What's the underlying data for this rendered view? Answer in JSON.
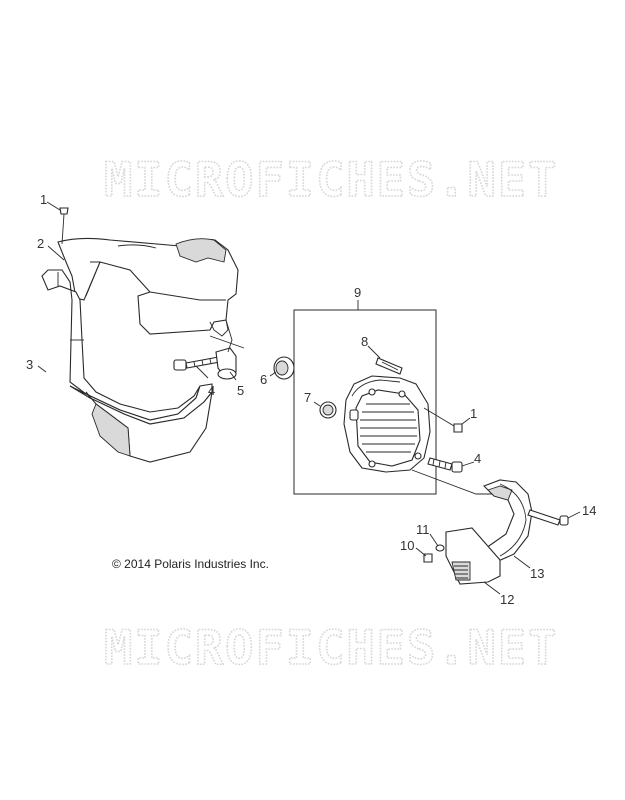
{
  "watermark": {
    "top": "MICROFICHES.NET",
    "bottom": "MICROFICHES.NET"
  },
  "copyright": "© 2014 Polaris Industries Inc.",
  "callouts": {
    "c1a": "1",
    "c2": "2",
    "c3": "3",
    "c4a": "4",
    "c5": "5",
    "c6": "6",
    "c9": "9",
    "c8": "8",
    "c7": "7",
    "c1b": "1",
    "c4b": "4",
    "c14": "14",
    "c11": "11",
    "c10": "10",
    "c13": "13",
    "c12": "12"
  }
}
